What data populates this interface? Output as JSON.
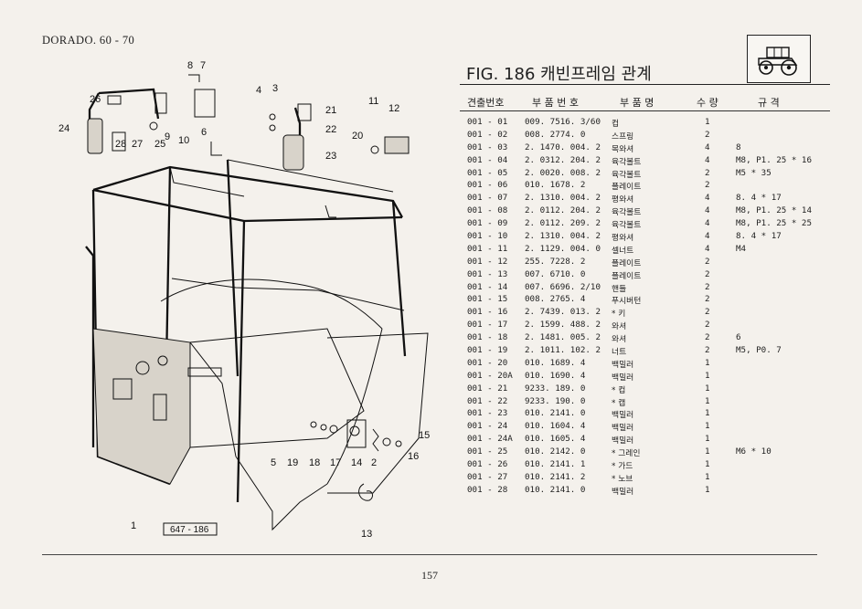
{
  "header": {
    "model": "DORADO. 60 - 70",
    "figure_title": "FIG. 186 캐빈프레임 관계",
    "logo_icon": "tractor-icon"
  },
  "columns": {
    "no": "견출번호",
    "part_no": "부 품 번 호",
    "name": "부 품 명",
    "qty": "수 량",
    "spec": "규 격"
  },
  "rows": [
    {
      "no": "001 - 01",
      "part": "009. 7516. 3/60",
      "name": "컵",
      "qty": "1",
      "spec": ""
    },
    {
      "no": "001 - 02",
      "part": "008. 2774. 0",
      "name": "스프링",
      "qty": "2",
      "spec": ""
    },
    {
      "no": "001 - 03",
      "part": "2. 1470. 004. 2",
      "name": "목와셔",
      "qty": "4",
      "spec": "8"
    },
    {
      "no": "001 - 04",
      "part": "2. 0312. 204. 2",
      "name": "육각볼트",
      "qty": "4",
      "spec": "M8, P1. 25 * 16"
    },
    {
      "no": "001 - 05",
      "part": "2. 0020. 008. 2",
      "name": "육각볼트",
      "qty": "2",
      "spec": "M5 * 35"
    },
    {
      "no": "001 - 06",
      "part": "010. 1678. 2",
      "name": "플레이트",
      "qty": "2",
      "spec": ""
    },
    {
      "no": "001 - 07",
      "part": "2. 1310. 004. 2",
      "name": "평와셔",
      "qty": "4",
      "spec": "8. 4 * 17"
    },
    {
      "no": "001 - 08",
      "part": "2. 0112. 204. 2",
      "name": "육각볼트",
      "qty": "4",
      "spec": "M8, P1. 25 * 14"
    },
    {
      "no": "001 - 09",
      "part": "2. 0112. 209. 2",
      "name": "육각볼트",
      "qty": "4",
      "spec": "M8, P1. 25 * 25"
    },
    {
      "no": "001 - 10",
      "part": "2. 1310. 004. 2",
      "name": "평와셔",
      "qty": "4",
      "spec": "8. 4 * 17"
    },
    {
      "no": "001 - 11",
      "part": "2. 1129. 004. 0",
      "name": "셀너트",
      "qty": "4",
      "spec": "M4"
    },
    {
      "no": "001 - 12",
      "part": "255. 7228. 2",
      "name": "플레이트",
      "qty": "2",
      "spec": ""
    },
    {
      "no": "001 - 13",
      "part": "007. 6710. 0",
      "name": "플레이트",
      "qty": "2",
      "spec": ""
    },
    {
      "no": "001 - 14",
      "part": "007. 6696. 2/10",
      "name": "핸들",
      "qty": "2",
      "spec": ""
    },
    {
      "no": "001 - 15",
      "part": "008. 2765. 4",
      "name": "푸시버턴",
      "qty": "2",
      "spec": ""
    },
    {
      "no": "001 - 16",
      "part": "2. 7439. 013. 2",
      "name": "* 키",
      "qty": "2",
      "spec": ""
    },
    {
      "no": "001 - 17",
      "part": "2. 1599. 488. 2",
      "name": "와셔",
      "qty": "2",
      "spec": ""
    },
    {
      "no": "001 - 18",
      "part": "2. 1481. 005. 2",
      "name": "와셔",
      "qty": "2",
      "spec": "6"
    },
    {
      "no": "001 - 19",
      "part": "2. 1011. 102. 2",
      "name": "너트",
      "qty": "2",
      "spec": "M5, P0. 7"
    },
    {
      "no": "001 - 20",
      "part": "010. 1689. 4",
      "name": "백밀러",
      "qty": "1",
      "spec": ""
    },
    {
      "no": "001 - 20A",
      "part": "010. 1690. 4",
      "name": "백밀러",
      "qty": "1",
      "spec": ""
    },
    {
      "no": "001 - 21",
      "part": "9233. 189. 0",
      "name": "* 컵",
      "qty": "1",
      "spec": ""
    },
    {
      "no": "001 - 22",
      "part": "9233. 190. 0",
      "name": "* 캡",
      "qty": "1",
      "spec": ""
    },
    {
      "no": "001 - 23",
      "part": "010. 2141. 0",
      "name": "백밀러",
      "qty": "1",
      "spec": ""
    },
    {
      "no": "001 - 24",
      "part": "010. 1604. 4",
      "name": "백밀러",
      "qty": "1",
      "spec": ""
    },
    {
      "no": "001 - 24A",
      "part": "010. 1605. 4",
      "name": "백밀러",
      "qty": "1",
      "spec": ""
    },
    {
      "no": "001 - 25",
      "part": "010. 2142. 0",
      "name": "* 그레인",
      "qty": "1",
      "spec": "M6 * 10"
    },
    {
      "no": "001 - 26",
      "part": "010. 2141. 1",
      "name": "* 가드",
      "qty": "1",
      "spec": ""
    },
    {
      "no": "001 - 27",
      "part": "010. 2141. 2",
      "name": "* 노브",
      "qty": "1",
      "spec": ""
    },
    {
      "no": "001 - 28",
      "part": "010. 2141. 0",
      "name": "백밀러",
      "qty": "1",
      "spec": ""
    }
  ],
  "diagram": {
    "code": "647 - 186",
    "callouts": [
      "26",
      "24",
      "28",
      "27",
      "25",
      "9",
      "10",
      "8",
      "7",
      "6",
      "4",
      "3",
      "21",
      "22",
      "20",
      "23",
      "11",
      "12",
      "1",
      "5",
      "19",
      "18",
      "17",
      "14",
      "2",
      "15",
      "16",
      "13"
    ]
  },
  "footer": {
    "page": "157"
  }
}
